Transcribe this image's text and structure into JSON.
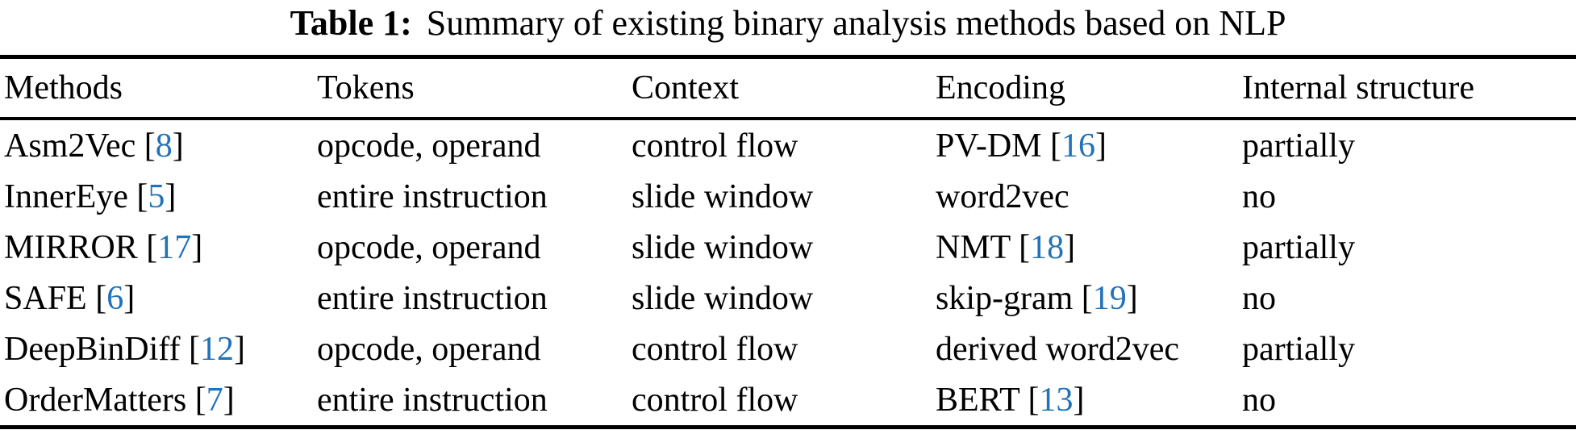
{
  "page": {
    "background": "#ffffff",
    "text_color": "#000000",
    "cite_color": "#2172b8"
  },
  "title": {
    "label": "Table 1:",
    "text": "Summary of existing binary analysis methods based on NLP"
  },
  "table": {
    "headers": [
      "Methods",
      "Tokens",
      "Context",
      "Encoding",
      "Internal structure"
    ],
    "rows": [
      {
        "method": {
          "pre": "Asm2Vec [",
          "cite": "8",
          "post": "]"
        },
        "tokens": "opcode, operand",
        "context": "control flow",
        "encoding": {
          "pre": "PV-DM [",
          "cite": "16",
          "post": "]"
        },
        "internal": "partially"
      },
      {
        "method": {
          "pre": "InnerEye [",
          "cite": "5",
          "post": "]"
        },
        "tokens": "entire instruction",
        "context": "slide window",
        "encoding": {
          "pre": "word2vec",
          "cite": "",
          "post": ""
        },
        "internal": "no"
      },
      {
        "method": {
          "pre": "MIRROR [",
          "cite": "17",
          "post": "]"
        },
        "tokens": "opcode, operand",
        "context": "slide window",
        "encoding": {
          "pre": "NMT [",
          "cite": "18",
          "post": "]"
        },
        "internal": "partially"
      },
      {
        "method": {
          "pre": "SAFE [",
          "cite": "6",
          "post": "]"
        },
        "tokens": "entire instruction",
        "context": "slide window",
        "encoding": {
          "pre": "skip-gram [",
          "cite": "19",
          "post": "]"
        },
        "internal": "no"
      },
      {
        "method": {
          "pre": "DeepBinDiff [",
          "cite": "12",
          "post": "]"
        },
        "tokens": "opcode, operand",
        "context": "control flow",
        "encoding": {
          "pre": "derived word2vec",
          "cite": "",
          "post": ""
        },
        "internal": "partially"
      },
      {
        "method": {
          "pre": "OrderMatters [",
          "cite": "7",
          "post": "]"
        },
        "tokens": "entire instruction",
        "context": "control flow",
        "encoding": {
          "pre": "BERT [",
          "cite": "13",
          "post": "]"
        },
        "internal": "no"
      }
    ]
  }
}
